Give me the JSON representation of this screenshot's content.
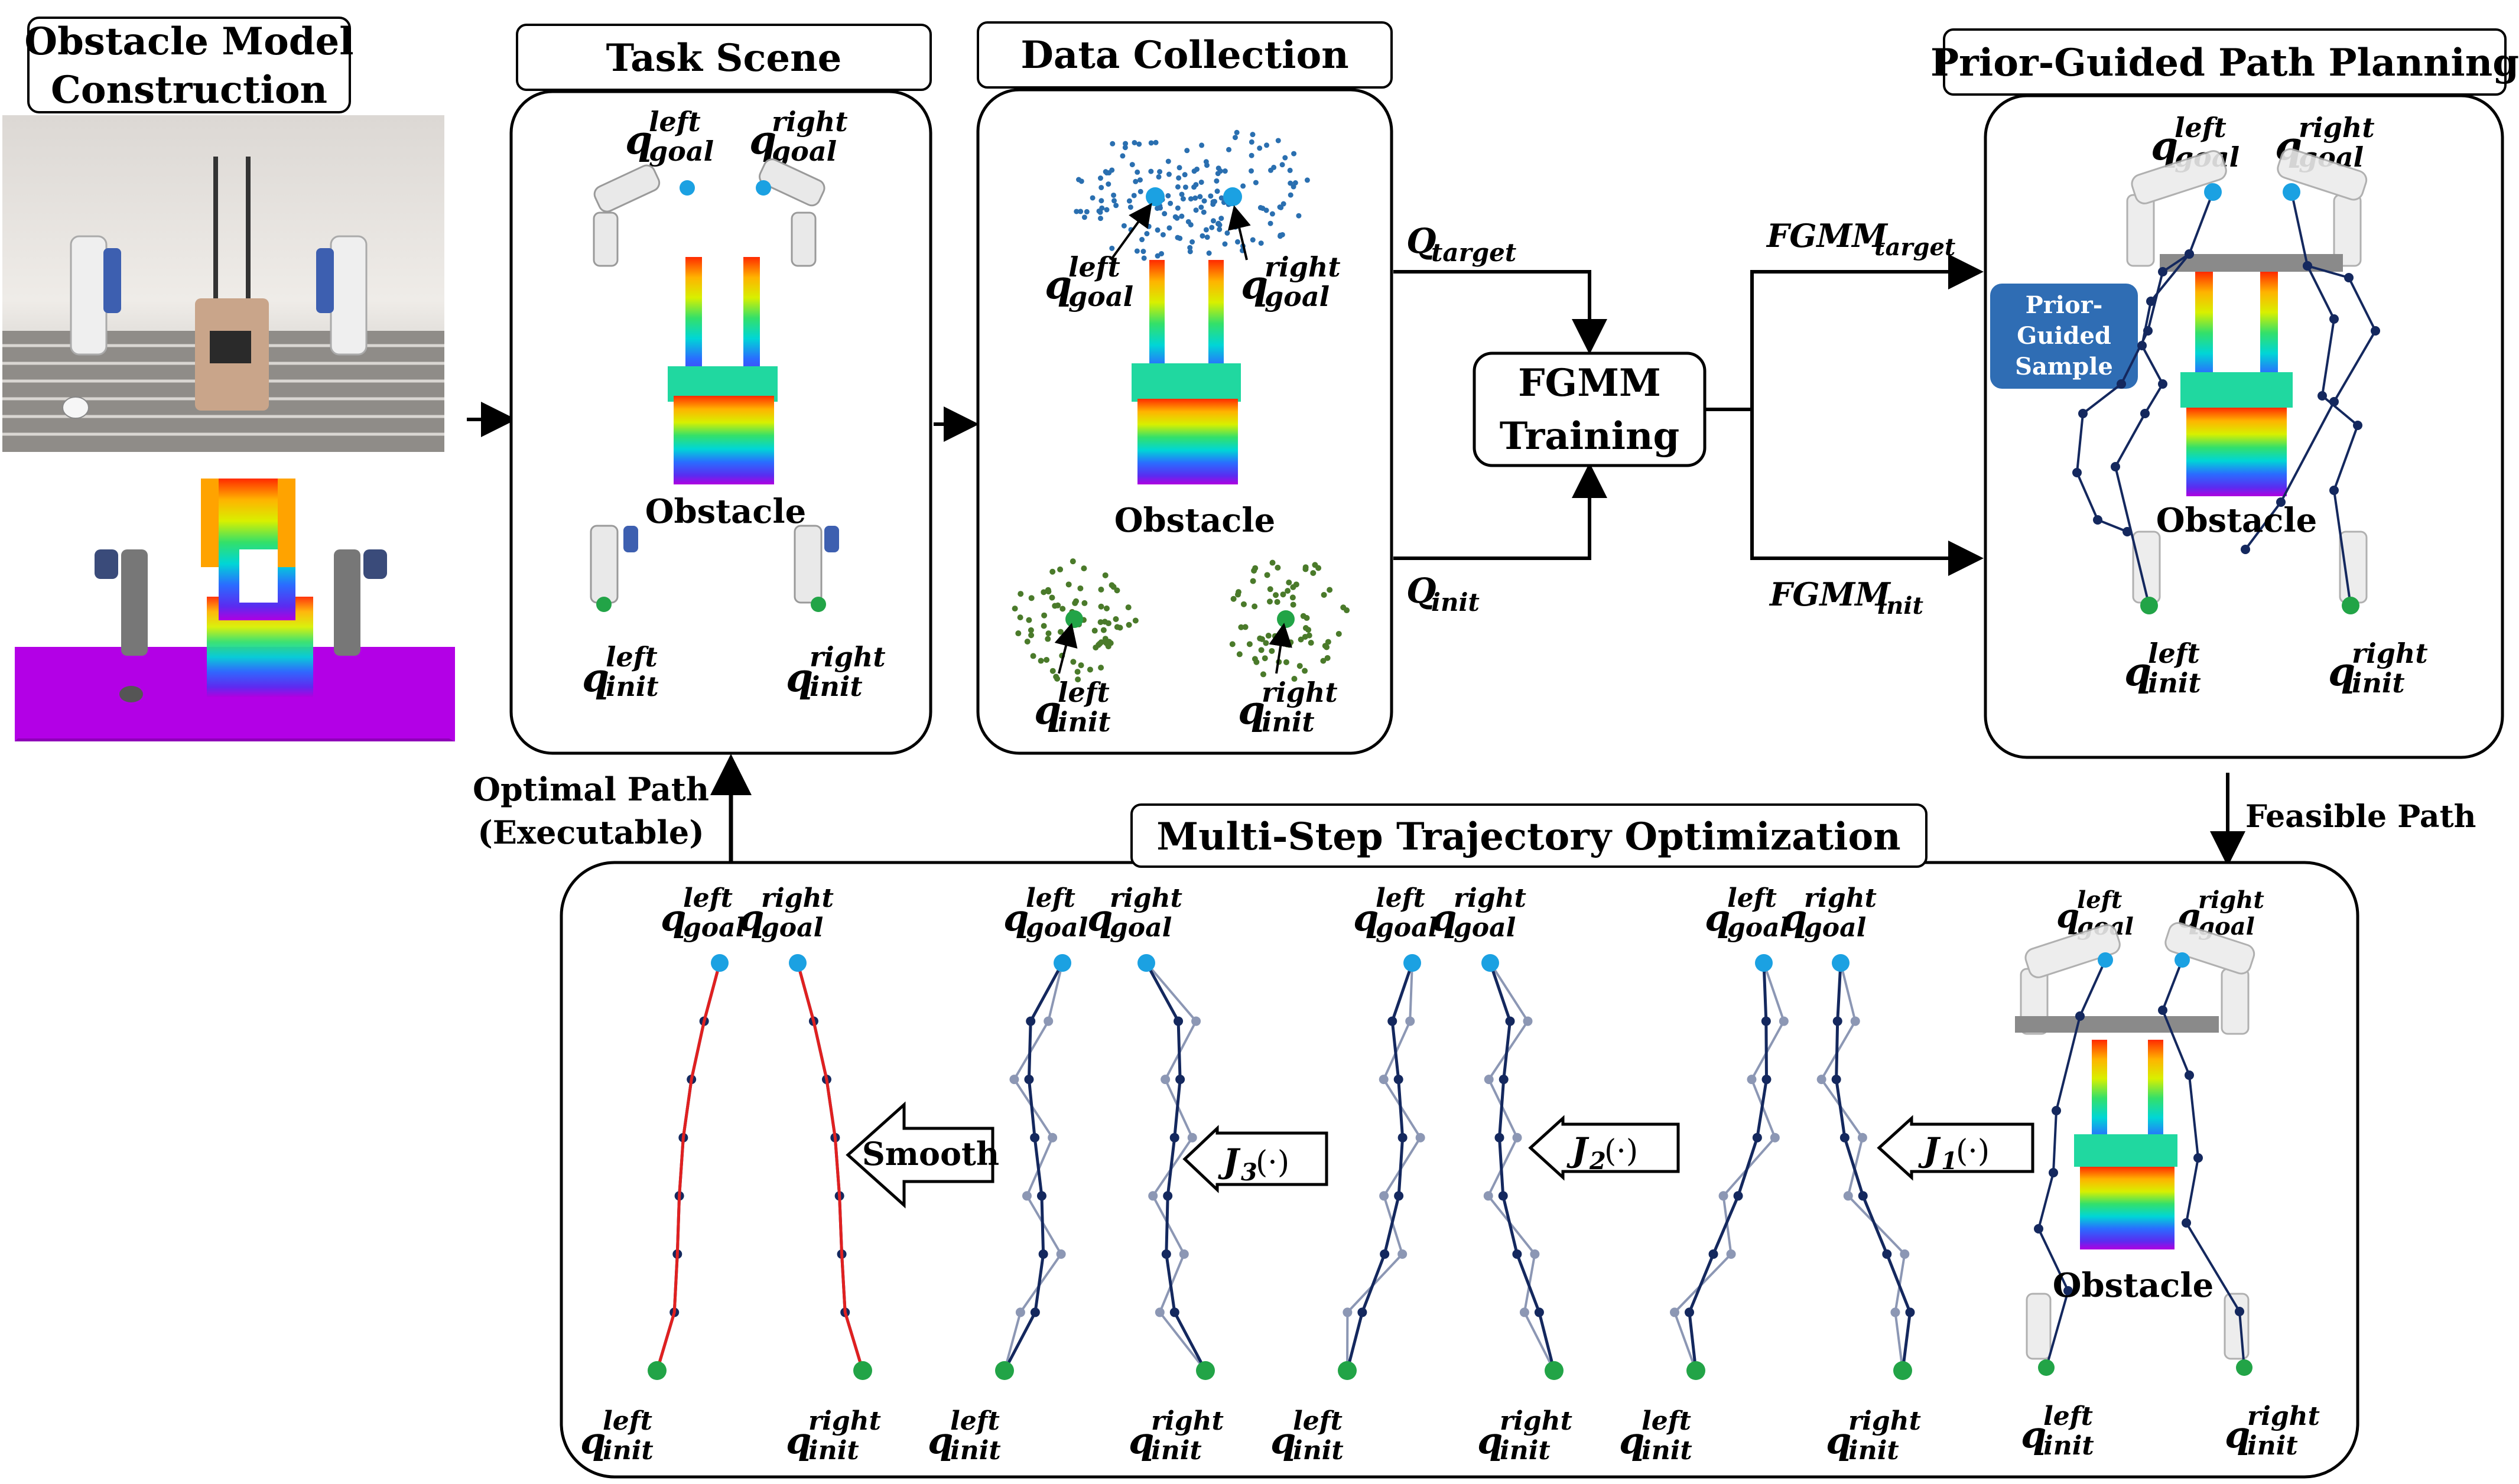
{
  "titles": {
    "obstacle_model_line1": "Obstacle Model",
    "obstacle_model_line2": "Construction",
    "task_scene": "Task Scene",
    "data_collection": "Data Collection",
    "prior_guided": "Prior-Guided Path Planning",
    "multi_step": "Multi-Step Trajectory Optimization",
    "fgmm_line1": "FGMM",
    "fgmm_line2": "Training"
  },
  "labels": {
    "obstacle": "Obstacle",
    "q": "q",
    "left": "left",
    "right": "right",
    "goal": "goal",
    "init": "init",
    "Q": "Q",
    "target": "target",
    "fgmm": "FGMM",
    "prior_line1": "Prior-",
    "prior_line2": "Guided",
    "prior_line3": "Sample",
    "feasible_path": "Feasible Path",
    "optimal_line1": "Optimal Path",
    "optimal_line2": "(Executable)",
    "smooth": "Smooth",
    "J": "J",
    "j3_sub": "3",
    "j2_sub": "2",
    "j1_sub": "1",
    "dot_arg": "(·)"
  },
  "colors": {
    "goal_dot": "#1ba1e2",
    "init_dot": "#22a447",
    "path_dark": "#14285e",
    "path_light": "#8c97b4",
    "smooth_red": "#e02020",
    "sample_blue": "#2f6db4",
    "point_blue": "#2a6fb0",
    "point_green": "#4a7a2a",
    "purple_table": "#b300e6"
  }
}
